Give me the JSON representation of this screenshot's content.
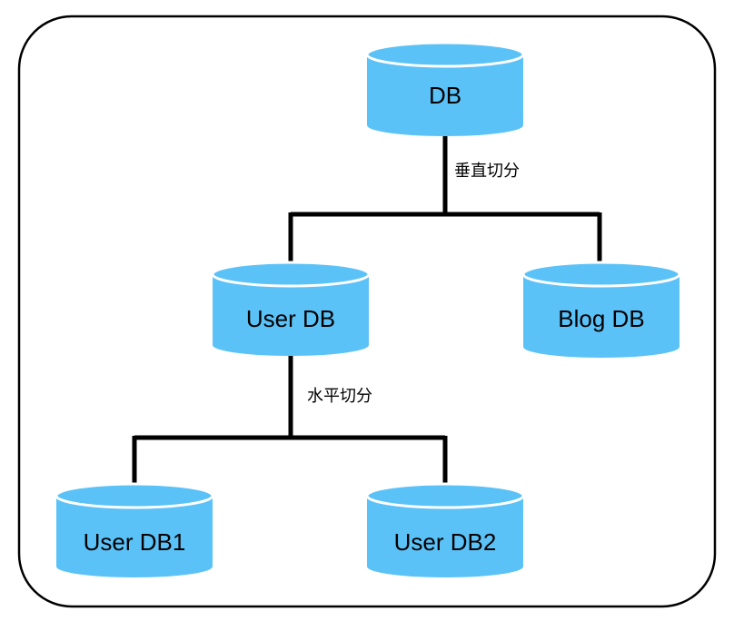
{
  "colors": {
    "db_fill": "#5BC2F8",
    "db_top": "#5BC2F8",
    "line": "#000000",
    "frame": "#000000"
  },
  "nodes": {
    "db": {
      "label": "DB"
    },
    "user_db": {
      "label": "User DB"
    },
    "blog_db": {
      "label": "Blog DB"
    },
    "user_db1": {
      "label": "User DB1"
    },
    "user_db2": {
      "label": "User DB2"
    }
  },
  "edges": {
    "vertical_split": {
      "label": "垂直切分"
    },
    "horizontal_split": {
      "label": "水平切分"
    }
  }
}
